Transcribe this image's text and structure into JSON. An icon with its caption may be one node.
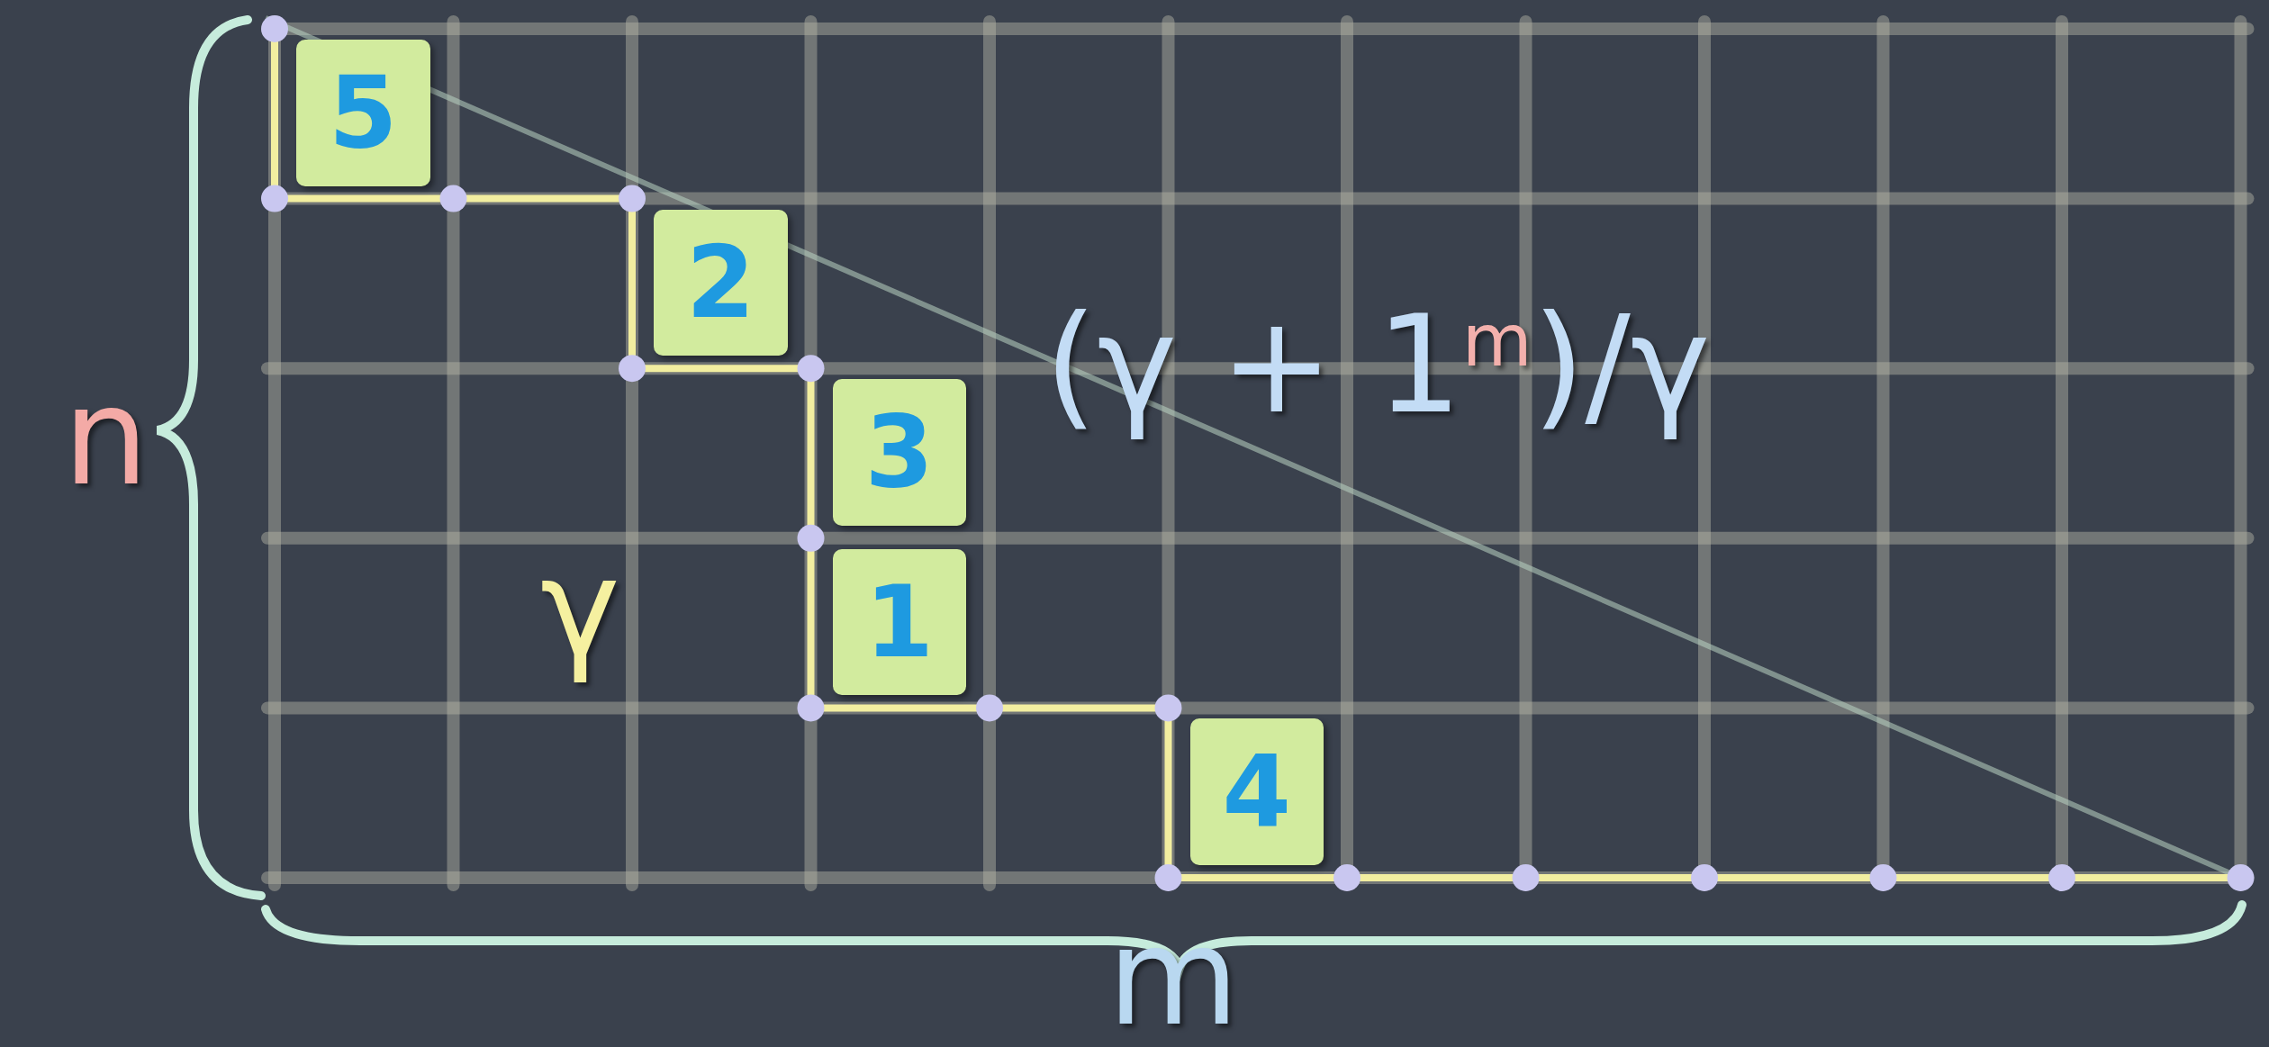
{
  "diagram": {
    "nodes": [
      {
        "text": [
          "5"
        ]
      },
      {
        "text": [
          "2"
        ]
      },
      {
        "text": [
          "3"
        ]
      },
      {
        "text": [
          "1"
        ]
      },
      {
        "text": [
          "4"
        ]
      }
    ],
    "labels": [
      "(γ + 1$^{m}$)/γ",
      "n",
      "γ",
      "m"
    ]
  }
}
